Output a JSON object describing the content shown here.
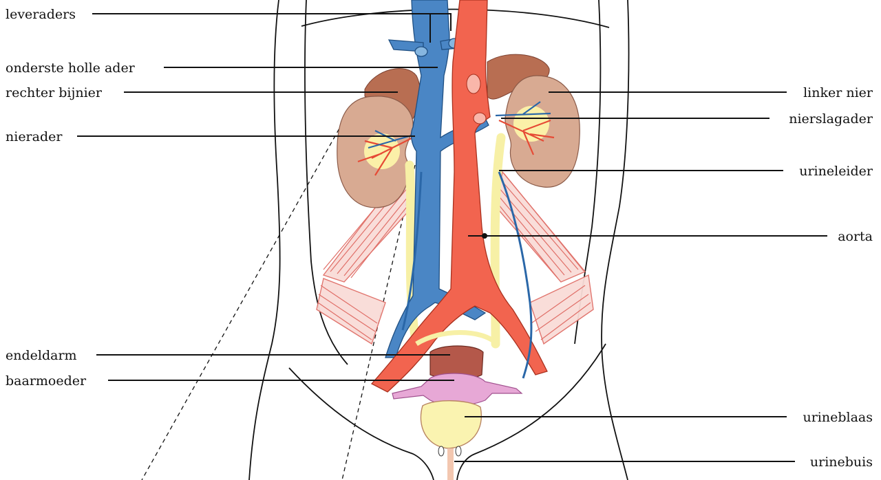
{
  "labels": {
    "leveraders": "leveraders",
    "onderste_holle_ader": "onderste holle ader",
    "rechter_bijnier": "rechter bijnier",
    "nierader": "nierader",
    "endeldarm": "endeldarm",
    "baarmoeder": "baarmoeder",
    "linker_nier": "linker nier",
    "nierslagader": "nierslagader",
    "urineleider": "urineleider",
    "aorta": "aorta",
    "urineblaas": "urineblaas",
    "urinebuis": "urinebuis"
  },
  "colors": {
    "vein": "#4a86c5",
    "artery": "#f2644f",
    "kidney": "#d8aa92",
    "adrenal": "#b86e52",
    "ureter": "#f7f0a6",
    "muscle": "#e0706a",
    "uterus": "#e7a8d6",
    "rectum": "#b4584a",
    "bladder": "#faf3b0"
  }
}
